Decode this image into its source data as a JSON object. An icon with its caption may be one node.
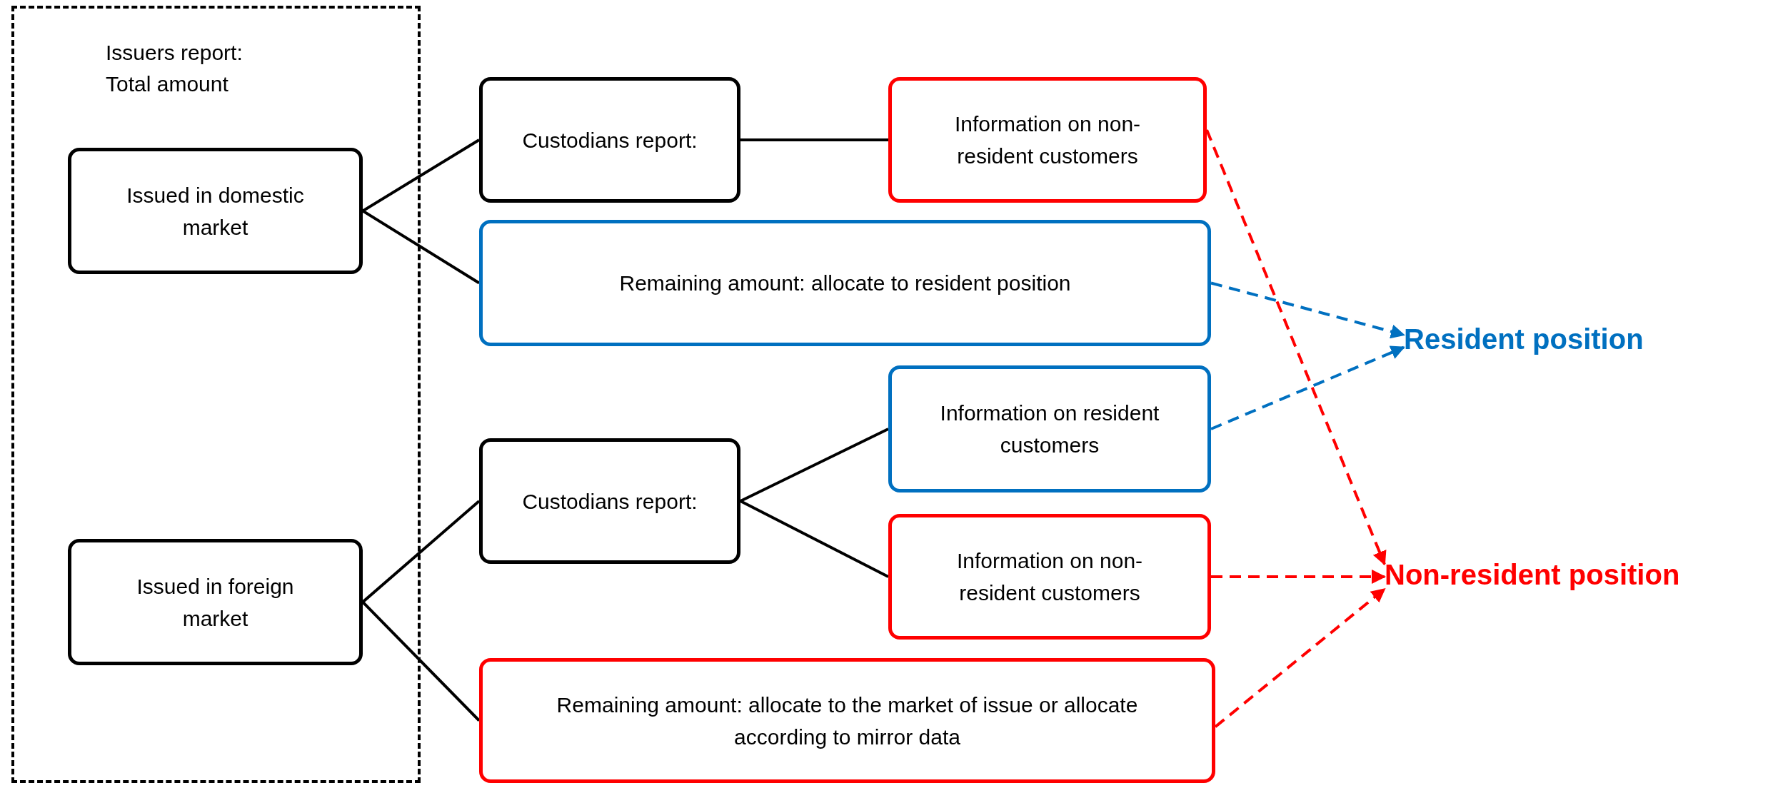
{
  "diagram": {
    "nodes": [
      {
        "text": [
          "Issuers report: Total amount"
        ]
      },
      {
        "text": [
          "Issued in domestic market"
        ],
        "in": 0
      },
      {
        "text": [
          "Custodians report:"
        ]
      },
      {
        "text": [
          "Information on non-resident customers"
        ]
      },
      {
        "text": [
          "Remaining amount: allocate to resident position"
        ]
      },
      {
        "text": [
          "Resident position"
        ]
      },
      {
        "text": [
          "Information on resident customers"
        ]
      },
      {
        "text": [
          "Custodians report:"
        ]
      },
      {
        "text": [
          "Information on non-resident customers"
        ]
      },
      {
        "text": [
          "Non-resident position"
        ]
      },
      {
        "text": [
          "Issued in foreign market"
        ],
        "in": 0
      },
      {
        "text": [
          "Remaining amount: allocate to the market of issue or allocate according to mirror data"
        ]
      }
    ],
    "edges": [
      {
        "from": 1,
        "to": 2,
        "arrow": "none"
      },
      {
        "from": 1,
        "to": 4,
        "arrow": "none"
      },
      {
        "from": 2,
        "to": 3,
        "arrow": "none"
      },
      {
        "from": 3,
        "to": 9,
        "arrow": "to",
        "style": "dashed",
        "color": "#ff0000"
      },
      {
        "from": 4,
        "to": 5,
        "arrow": "to",
        "style": "dashed",
        "color": "#0070c0"
      },
      {
        "from": 6,
        "to": 5,
        "arrow": "to",
        "style": "dashed",
        "color": "#0070c0"
      },
      {
        "from": 10,
        "to": 7,
        "arrow": "none"
      },
      {
        "from": 10,
        "to": 11,
        "arrow": "none"
      },
      {
        "from": 7,
        "to": 6,
        "arrow": "none"
      },
      {
        "from": 7,
        "to": 8,
        "arrow": "none"
      },
      {
        "from": 8,
        "to": 9,
        "arrow": "to",
        "style": "dashed",
        "color": "#ff0000"
      },
      {
        "from": 11,
        "to": 9,
        "arrow": "to",
        "style": "dashed",
        "color": "#ff0000"
      }
    ]
  }
}
